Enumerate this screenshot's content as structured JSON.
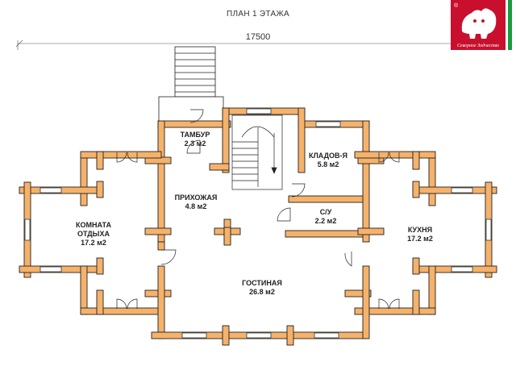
{
  "title": "ПЛАН 1 ЭТАЖА",
  "overall_dimension": "17500",
  "logo": {
    "text": "Северное Зодчество",
    "mark": "®",
    "accent": "#c8102e",
    "secondary": "#1a9a3a"
  },
  "colors": {
    "log_wall": "#f5b26b",
    "outline": "#222222",
    "window_glass": "#ffffff"
  },
  "rooms": [
    {
      "id": "tambur",
      "name": "ТАМБУР",
      "area": "2.3 м2"
    },
    {
      "id": "klad",
      "name": "КЛАДОВ-Я",
      "area": "5.8 м2"
    },
    {
      "id": "prihozh",
      "name": "ПРИХОЖАЯ",
      "area": "4.8 м2"
    },
    {
      "id": "su",
      "name": "С/У",
      "area": "2.2 м2"
    },
    {
      "id": "komnata",
      "name": "КОМНАТА",
      "name2": "ОТДЫХА",
      "area": "17.2 м2"
    },
    {
      "id": "kuhnya",
      "name": "КУХНЯ",
      "area": "17.2 м2"
    },
    {
      "id": "gostin",
      "name": "ГОСТИНАЯ",
      "area": "26.8 м2"
    }
  ]
}
